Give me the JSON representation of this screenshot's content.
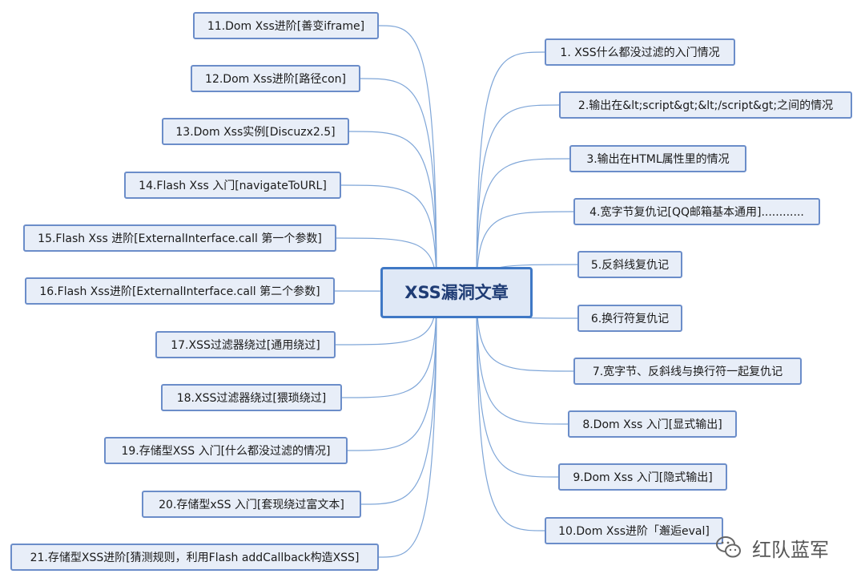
{
  "root": {
    "label": "XSS漏洞文章"
  },
  "left_nodes": [
    "11.Dom Xss进阶[善变iframe]",
    "12.Dom Xss进阶[路径con]",
    "13.Dom Xss实例[Discuzx2.5]",
    "14.Flash Xss 入门[navigateToURL]",
    "15.Flash Xss 进阶[ExternalInterface.call 第一个参数]",
    "16.Flash Xss进阶[ExternalInterface.call 第二个参数]",
    "17.XSS过滤器绕过[通用绕过]",
    "18.XSS过滤器绕过[猥琐绕过]",
    "19.存储型XSS 入门[什么都没过滤的情况]",
    "20.存储型xSS 入门[套现绕过富文本]",
    "21.存储型XSS进阶[猜测规则，利用Flash addCallback构造XSS]"
  ],
  "right_nodes": [
    "1. XSS什么都没过滤的入门情况",
    "2.输出在&lt;script&gt;&lt;/script&gt;之间的情况",
    "3.输出在HTML属性里的情况",
    "4.宽字节复仇记[QQ邮箱基本通用]............",
    "5.反斜线复仇记",
    "6.换行符复仇记",
    "7.宽字节、反斜线与换行符一起复仇记",
    "8.Dom Xss 入门[显式输出]",
    "9.Dom Xss 入门[隐式输出]",
    "10.Dom Xss进阶「邂逅eval]"
  ],
  "watermark": {
    "text": "红队蓝军",
    "icon": "wechat-icon"
  },
  "colors": {
    "line": "#7fa6d8",
    "node_border": "#6b8dc9",
    "node_fill": "#e8eef8",
    "root_border": "#3f78c5"
  }
}
